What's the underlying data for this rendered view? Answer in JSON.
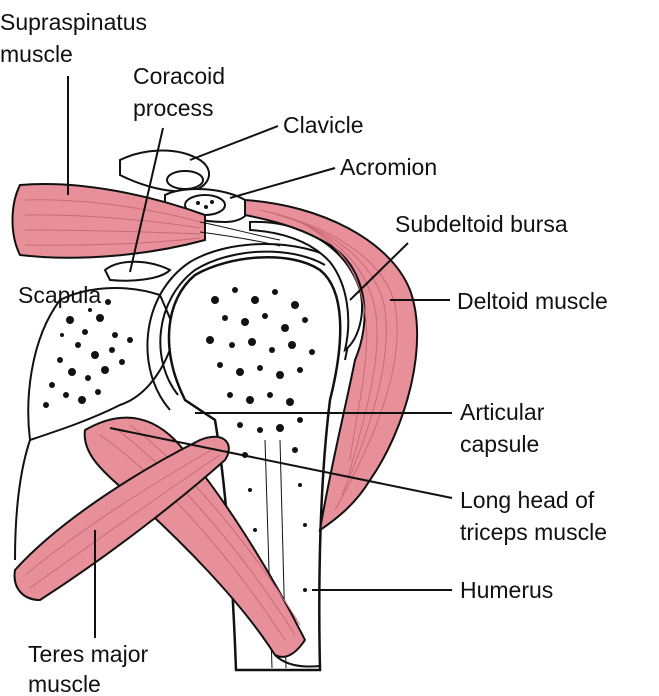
{
  "colors": {
    "muscle": "#e8909a",
    "muscle_dark": "#c96a76",
    "outline": "#111111",
    "bone_spot": "#111111",
    "background": "#ffffff"
  },
  "labels": {
    "supraspinatus_1": "Supraspinatus",
    "supraspinatus_2": "muscle",
    "coracoid_1": "Coracoid",
    "coracoid_2": "process",
    "clavicle": "Clavicle",
    "acromion": "Acromion",
    "subdeltoid": "Subdeltoid bursa",
    "scapula": "Scapula",
    "deltoid": "Deltoid muscle",
    "articular_1": "Articular",
    "articular_2": "capsule",
    "long_head_1": "Long head of",
    "long_head_2": "triceps muscle",
    "humerus": "Humerus",
    "teres_1": "Teres major",
    "teres_2": "muscle"
  }
}
